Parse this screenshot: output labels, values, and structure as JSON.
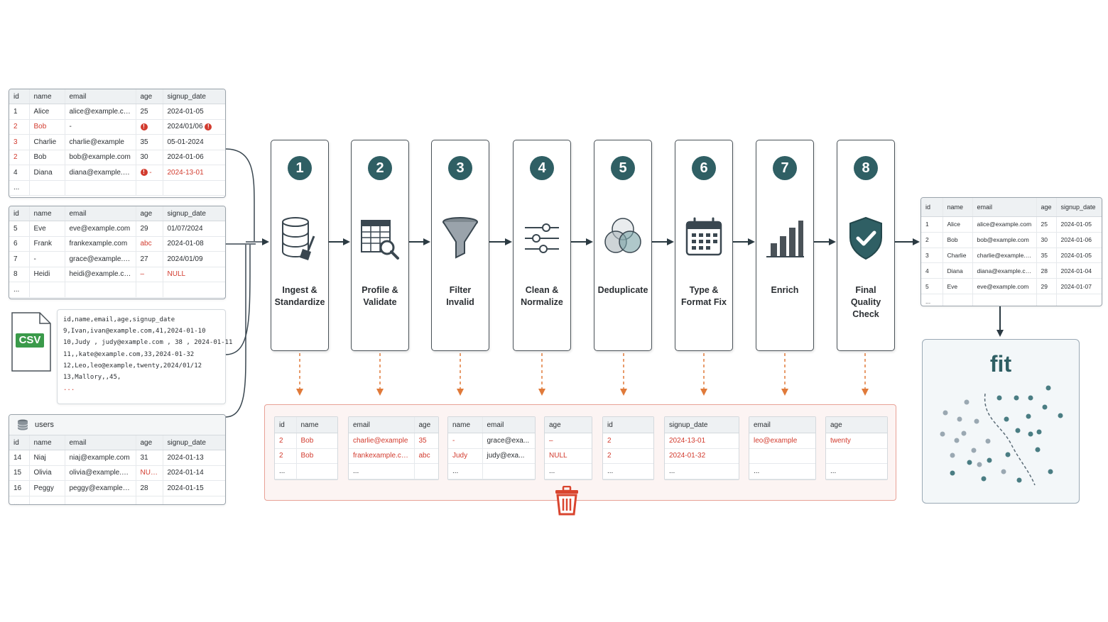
{
  "source_tables": {
    "columns": [
      "id",
      "name",
      "email",
      "age",
      "signup_date"
    ],
    "table1_rows": [
      [
        "1",
        "Alice",
        "alice@example.com",
        "25",
        "2024-01-05"
      ],
      [
        "2",
        "Bob",
        "-",
        "",
        "2024/01/06"
      ],
      [
        "3",
        "Charlie",
        "charlie@example",
        "35",
        "05-01-2024"
      ],
      [
        "2",
        "Bob",
        "bob@example.com",
        "30",
        "2024-01-06"
      ],
      [
        "4",
        "Diana",
        "diana@example.com",
        "-",
        "2024-13-01"
      ],
      [
        "...",
        "",
        "",
        "",
        ""
      ]
    ],
    "table2_rows": [
      [
        "5",
        "Eve",
        "eve@example.com",
        "29",
        "01/07/2024"
      ],
      [
        "6",
        "Frank",
        "frankexample.com",
        "abc",
        "2024-01-08"
      ],
      [
        "7",
        "-",
        "grace@example.com",
        "27",
        "2024/01/09"
      ],
      [
        "8",
        "Heidi",
        "heidi@example.com",
        "–",
        "NULL"
      ],
      [
        "...",
        "",
        "",
        "",
        ""
      ]
    ],
    "users_label": "users",
    "table3_rows": [
      [
        "14",
        "Niaj",
        "niaj@example.com",
        "31",
        "2024-01-13"
      ],
      [
        "15",
        "Olivia",
        "olivia@example.com",
        "NULL",
        "2024-01-14"
      ],
      [
        "16",
        "Peggy",
        "peggy@example.com",
        "28",
        "2024-01-15"
      ],
      [
        "...",
        "",
        "",
        "",
        ""
      ]
    ]
  },
  "csv_file": {
    "badge": "CSV",
    "lines": [
      "id,name,email,age,signup_date",
      "9,Ivan,ivan@example.com,41,2024-01-10",
      "10,Judy , judy@example.com , 38 , 2024-01-11",
      "11,,kate@example.com,33,2024-01-32",
      "12,Leo,leo@example,twenty,2024/01/12",
      "13,Mallory,,45,",
      "..."
    ]
  },
  "stages": [
    {
      "number": "1",
      "label": "Ingest &\nStandardize",
      "icon": "database-broom-icon"
    },
    {
      "number": "2",
      "label": "Profile &\nValidate",
      "icon": "table-magnifier-icon"
    },
    {
      "number": "3",
      "label": "Filter\nInvalid",
      "icon": "funnel-icon"
    },
    {
      "number": "4",
      "label": "Clean &\nNormalize",
      "icon": "sliders-icon"
    },
    {
      "number": "5",
      "label": "Deduplicate",
      "icon": "venn-circles-icon"
    },
    {
      "number": "6",
      "label": "Type &\nFormat Fix",
      "icon": "calendar-icon"
    },
    {
      "number": "7",
      "label": "Enrich",
      "icon": "bar-chart-icon"
    },
    {
      "number": "8",
      "label": "Final\nQuality Check",
      "icon": "shield-check-icon"
    }
  ],
  "rejected_tables": [
    {
      "columns": [
        "id",
        "name"
      ],
      "rows": [
        [
          "2",
          "Bob"
        ],
        [
          "2",
          "Bob"
        ],
        [
          "...",
          ""
        ]
      ]
    },
    {
      "columns": [
        "email",
        "age"
      ],
      "rows": [
        [
          "charlie@example",
          "35"
        ],
        [
          "frankexample.com",
          "abc"
        ],
        [
          "...",
          ""
        ]
      ]
    },
    {
      "columns": [
        "name",
        "email"
      ],
      "rows": [
        [
          "-",
          "grace@exa..."
        ],
        [
          "Judy",
          "judy@exa..."
        ],
        [
          "...",
          ""
        ]
      ]
    },
    {
      "columns": [
        "age"
      ],
      "rows": [
        [
          "–"
        ],
        [
          "NULL"
        ],
        [
          "..."
        ]
      ]
    },
    {
      "columns": [
        "id"
      ],
      "rows": [
        [
          "2"
        ],
        [
          "2"
        ],
        [
          "..."
        ]
      ]
    },
    {
      "columns": [
        "signup_date"
      ],
      "rows": [
        [
          "2024-13-01"
        ],
        [
          "2024-01-32"
        ],
        [
          "..."
        ]
      ]
    },
    {
      "columns": [
        "email"
      ],
      "rows": [
        [
          "leo@example"
        ],
        [
          ""
        ],
        [
          "..."
        ]
      ]
    },
    {
      "columns": [
        "age"
      ],
      "rows": [
        [
          "twenty"
        ],
        [
          ""
        ],
        [
          "..."
        ]
      ]
    }
  ],
  "output_table": {
    "columns": [
      "id",
      "name",
      "email",
      "age",
      "signup_date"
    ],
    "rows": [
      [
        "1",
        "Alice",
        "alice@example.com",
        "25",
        "2024-01-05"
      ],
      [
        "2",
        "Bob",
        "bob@example.com",
        "30",
        "2024-01-06"
      ],
      [
        "3",
        "Charlie",
        "charlie@example.com",
        "35",
        "2024-01-05"
      ],
      [
        "4",
        "Diana",
        "diana@example.com",
        "28",
        "2024-01-04"
      ],
      [
        "5",
        "Eve",
        "eve@example.com",
        "29",
        "2024-01-07"
      ],
      [
        "...",
        "",
        "",
        "",
        ""
      ]
    ]
  },
  "model": {
    "title": "fit",
    "icon": "scatter-classifier-icon"
  },
  "colors": {
    "teal": "#2f5f64",
    "error_red": "#d23b2e",
    "reject_orange": "#e07a3a",
    "reject_border": "#e8a196"
  }
}
